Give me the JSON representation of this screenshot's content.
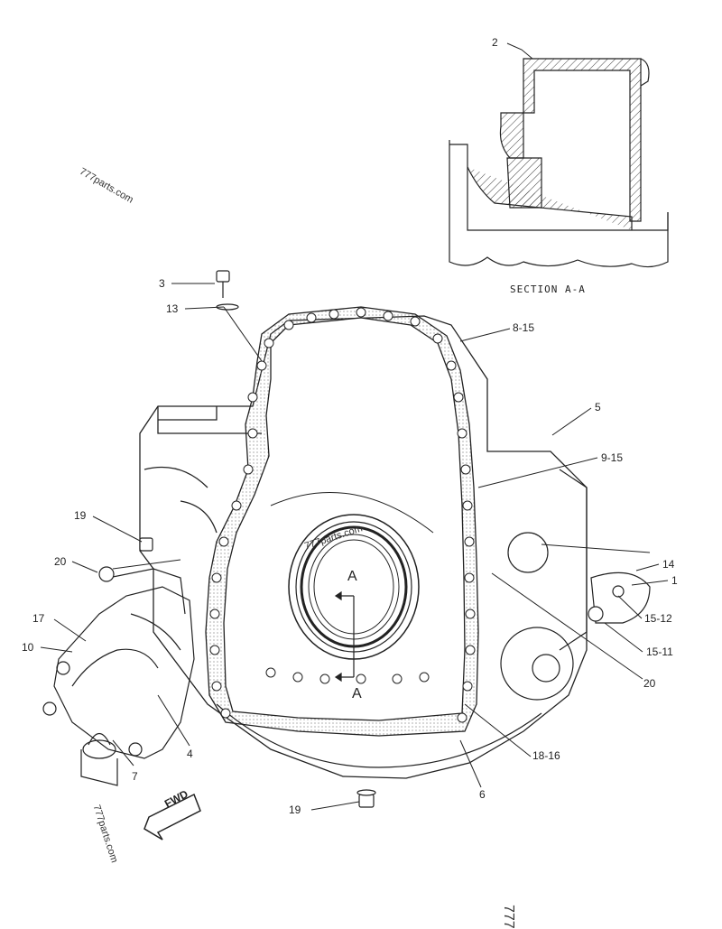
{
  "callouts": {
    "c2": "2",
    "c3": "3",
    "c13": "13",
    "c8_15": "8-15",
    "c5": "5",
    "c9_15": "9-15",
    "c19_left": "19",
    "c20_left": "20",
    "c14": "14",
    "c1": "1",
    "c15_12": "15-12",
    "c17": "17",
    "c10": "10",
    "c15_11": "15-11",
    "c20_right": "20",
    "c4": "4",
    "c7": "7",
    "c18_16": "18-16",
    "c6": "6",
    "c19_bottom": "19"
  },
  "section_label": "SECTION A-A",
  "section_marker_top": "A",
  "section_marker_bottom": "A",
  "fwd_label": "FWD",
  "watermarks": {
    "w1": "777parts.com",
    "w2": "777parts.com",
    "w3": "777parts.com",
    "w4": "777"
  }
}
